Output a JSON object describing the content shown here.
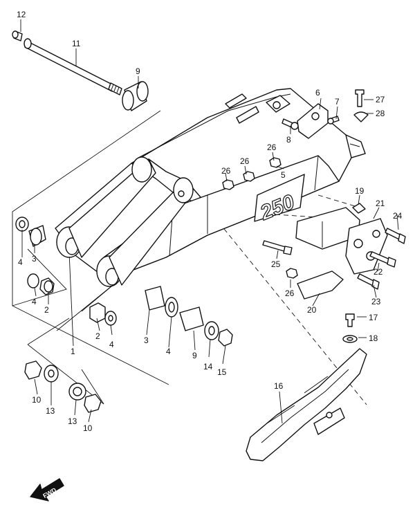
{
  "callouts": {
    "c1": "1",
    "c2a": "2",
    "c2b": "2",
    "c3a": "3",
    "c3b": "3",
    "c4a": "4",
    "c4b": "4",
    "c4c": "4",
    "c4d": "4",
    "c5": "5",
    "c6": "6",
    "c7": "7",
    "c8": "8",
    "c9a": "9",
    "c9b": "9",
    "c10a": "10",
    "c10b": "10",
    "c11": "11",
    "c12": "12",
    "c13a": "13",
    "c13b": "13",
    "c14": "14",
    "c15": "15",
    "c16": "16",
    "c17": "17",
    "c18": "18",
    "c19": "19",
    "c20": "20",
    "c21": "21",
    "c22": "22",
    "c23": "23",
    "c24": "24",
    "c25": "25",
    "c26a": "26",
    "c26b": "26",
    "c26c": "26",
    "c26d": "26",
    "c27": "27",
    "c28": "28"
  },
  "decal_text": "250",
  "fwd_text": "FWD"
}
